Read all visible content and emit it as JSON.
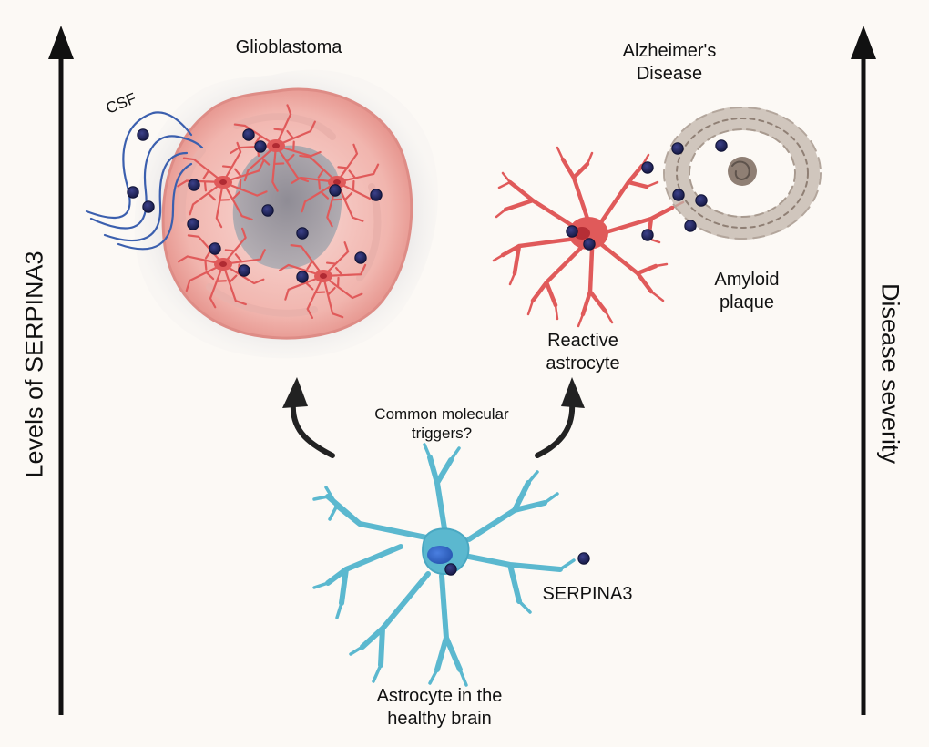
{
  "axes": {
    "left_label": "Levels of SERPINA3",
    "right_label": "Disease severity"
  },
  "labels": {
    "glioblastoma": "Glioblastoma",
    "alzheimers_line1": "Alzheimer's",
    "alzheimers_line2": "Disease",
    "csf": "CSF",
    "reactive_line1": "Reactive",
    "reactive_line2": "astrocyte",
    "amyloid_line1": "Amyloid",
    "amyloid_line2": "plaque",
    "triggers_line1": "Common molecular",
    "triggers_line2": "triggers?",
    "healthy_line1": "Astrocyte in the",
    "healthy_line2": "healthy brain",
    "serpina3": "SERPINA3"
  },
  "colors": {
    "background": "#fcf9f5",
    "tumor": "#eeaaa5",
    "tumor_core": "#9a9aa0",
    "reactive_astrocyte": "#e05a5a",
    "healthy_astrocyte": "#5bb8cf",
    "serpina3_dot": "#1f2250",
    "csf_lines": "#3b5fae",
    "amyloid": "#b2a49a"
  }
}
